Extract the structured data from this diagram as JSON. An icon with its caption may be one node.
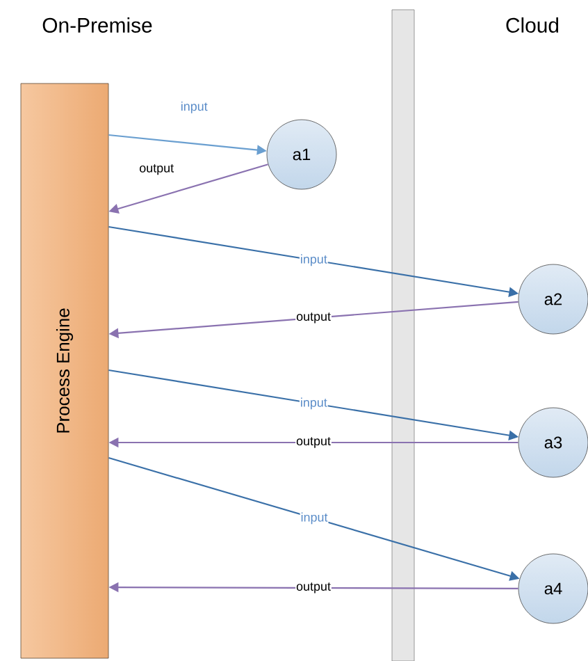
{
  "diagram": {
    "nodes": [
      {
        "text": [
          "Process Engine"
        ]
      },
      {
        "text": [
          "a1"
        ]
      },
      {
        "text": [
          "a2"
        ]
      },
      {
        "text": [
          "a3"
        ]
      },
      {
        "text": [
          "a4"
        ]
      }
    ],
    "edges": [
      {
        "from": 0,
        "to": 1,
        "arrow": "to",
        "label": "input",
        "color": "#6a9fd0"
      },
      {
        "from": 1,
        "to": 0,
        "arrow": "to",
        "label": "output",
        "color": "#8a72b0"
      },
      {
        "from": 0,
        "to": 2,
        "arrow": "to",
        "label": "input",
        "color": "#3a70a8"
      },
      {
        "from": 2,
        "to": 0,
        "arrow": "to",
        "label": "output",
        "color": "#8a72b0"
      },
      {
        "from": 0,
        "to": 3,
        "arrow": "to",
        "label": "input",
        "color": "#3a70a8"
      },
      {
        "from": 3,
        "to": 0,
        "arrow": "to",
        "label": "output",
        "color": "#8a72b0"
      },
      {
        "from": 0,
        "to": 4,
        "arrow": "to",
        "label": "input",
        "color": "#3a70a8"
      },
      {
        "from": 4,
        "to": 0,
        "arrow": "to",
        "label": "output",
        "color": "#8a72b0"
      }
    ],
    "labels": [
      "On-Premise",
      "Cloud"
    ]
  }
}
